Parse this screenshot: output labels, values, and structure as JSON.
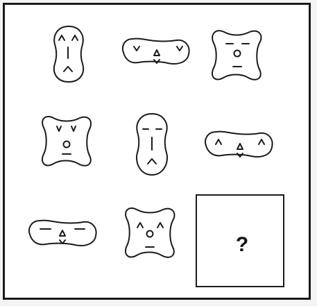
{
  "puzzle": {
    "answer_placeholder": "?",
    "cells": [
      {
        "shape": "tall-capsule",
        "eyes": "caret",
        "nose": "line",
        "mouth": "caret"
      },
      {
        "shape": "wide-capsule",
        "eyes": "vee",
        "nose": "triangle",
        "mouth": "vee"
      },
      {
        "shape": "four-lobe",
        "eyes": "dash",
        "nose": "circle",
        "mouth": "dash"
      },
      {
        "shape": "four-lobe",
        "eyes": "vee",
        "nose": "circle",
        "mouth": "dash"
      },
      {
        "shape": "tall-capsule",
        "eyes": "dash",
        "nose": "line",
        "mouth": "caret"
      },
      {
        "shape": "wide-capsule",
        "eyes": "caret",
        "nose": "triangle",
        "mouth": "vee"
      },
      {
        "shape": "wide-capsule",
        "eyes": "dash",
        "nose": "triangle",
        "mouth": "vee"
      },
      {
        "shape": "four-lobe",
        "eyes": "caret",
        "nose": "circle",
        "mouth": "dash"
      },
      {
        "shape": "answer-box",
        "eyes": "",
        "nose": "",
        "mouth": ""
      }
    ],
    "colors": {
      "line": "#1a1a1a",
      "background": "#ffffff",
      "frame": "#1a1a1a"
    }
  }
}
